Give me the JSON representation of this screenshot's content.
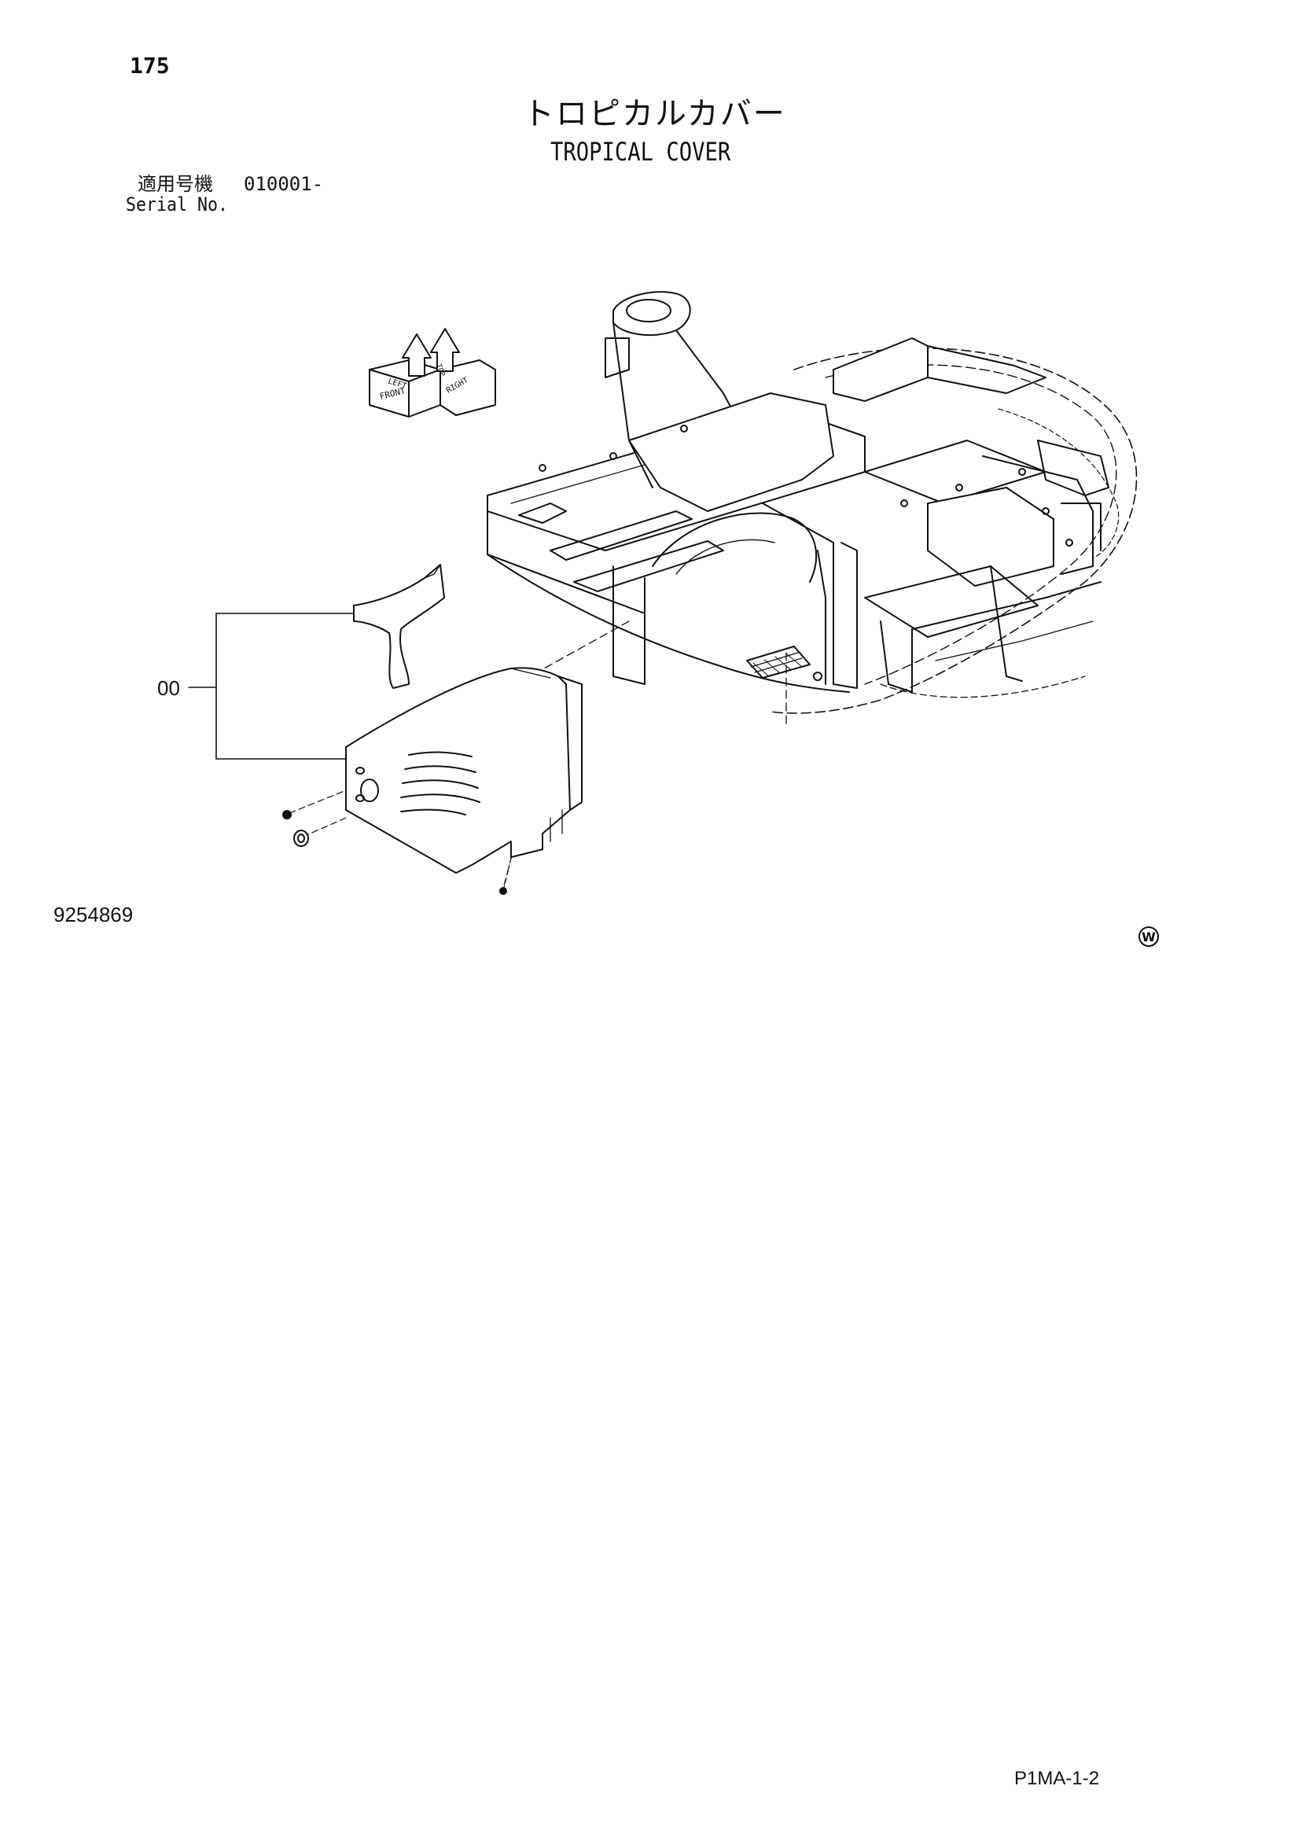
{
  "header": {
    "page_number": "175",
    "title_jp": "トロピカルカバー",
    "title_en": "TROPICAL COVER"
  },
  "serial": {
    "label_jp": "適用号機",
    "range": "010001-",
    "label_en": "Serial No."
  },
  "diagram": {
    "callout_label": "00",
    "direction_badge": {
      "front": "FRONT",
      "left": "LEFT",
      "right": "RIGHT",
      "top": "TOP"
    }
  },
  "figure_number": "9254869",
  "mark_letter": "W",
  "reference_code": "P1MA-1-2"
}
